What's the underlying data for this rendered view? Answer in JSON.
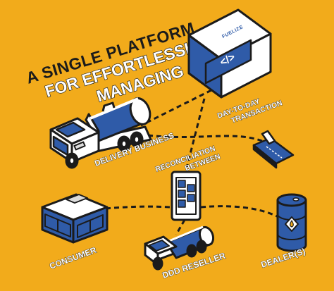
{
  "headline": {
    "line1": "A SINGLE PLATFORM",
    "line2": "FOR EFFORTLESSLY",
    "line3": "MANAGING"
  },
  "monitor": {
    "brand": "FUELIZE",
    "code_glyph": "</>"
  },
  "labels": {
    "delivery": "DELIVERY BUSINESS",
    "transaction_line1": "DAY-TO-DAY",
    "transaction_line2": "TRANSACTION",
    "reconciliation_line1": "RECONCILIATION",
    "reconciliation_line2": "BETWEEN",
    "consumer": "CONSUMER",
    "reseller": "DDD RESELLER",
    "dealer": "DEALER(S)"
  },
  "colors": {
    "background": "#f2ab1b",
    "outline": "#1b1b1b",
    "blue": "#2f5ba8",
    "white": "#ffffff",
    "grey": "#dcdcdc"
  },
  "icons": [
    "monitor-icon",
    "tanker-truck-icon",
    "card-terminal-icon",
    "phone-app-icon",
    "generator-icon",
    "small-tanker-icon",
    "fuel-barrel-icon"
  ]
}
